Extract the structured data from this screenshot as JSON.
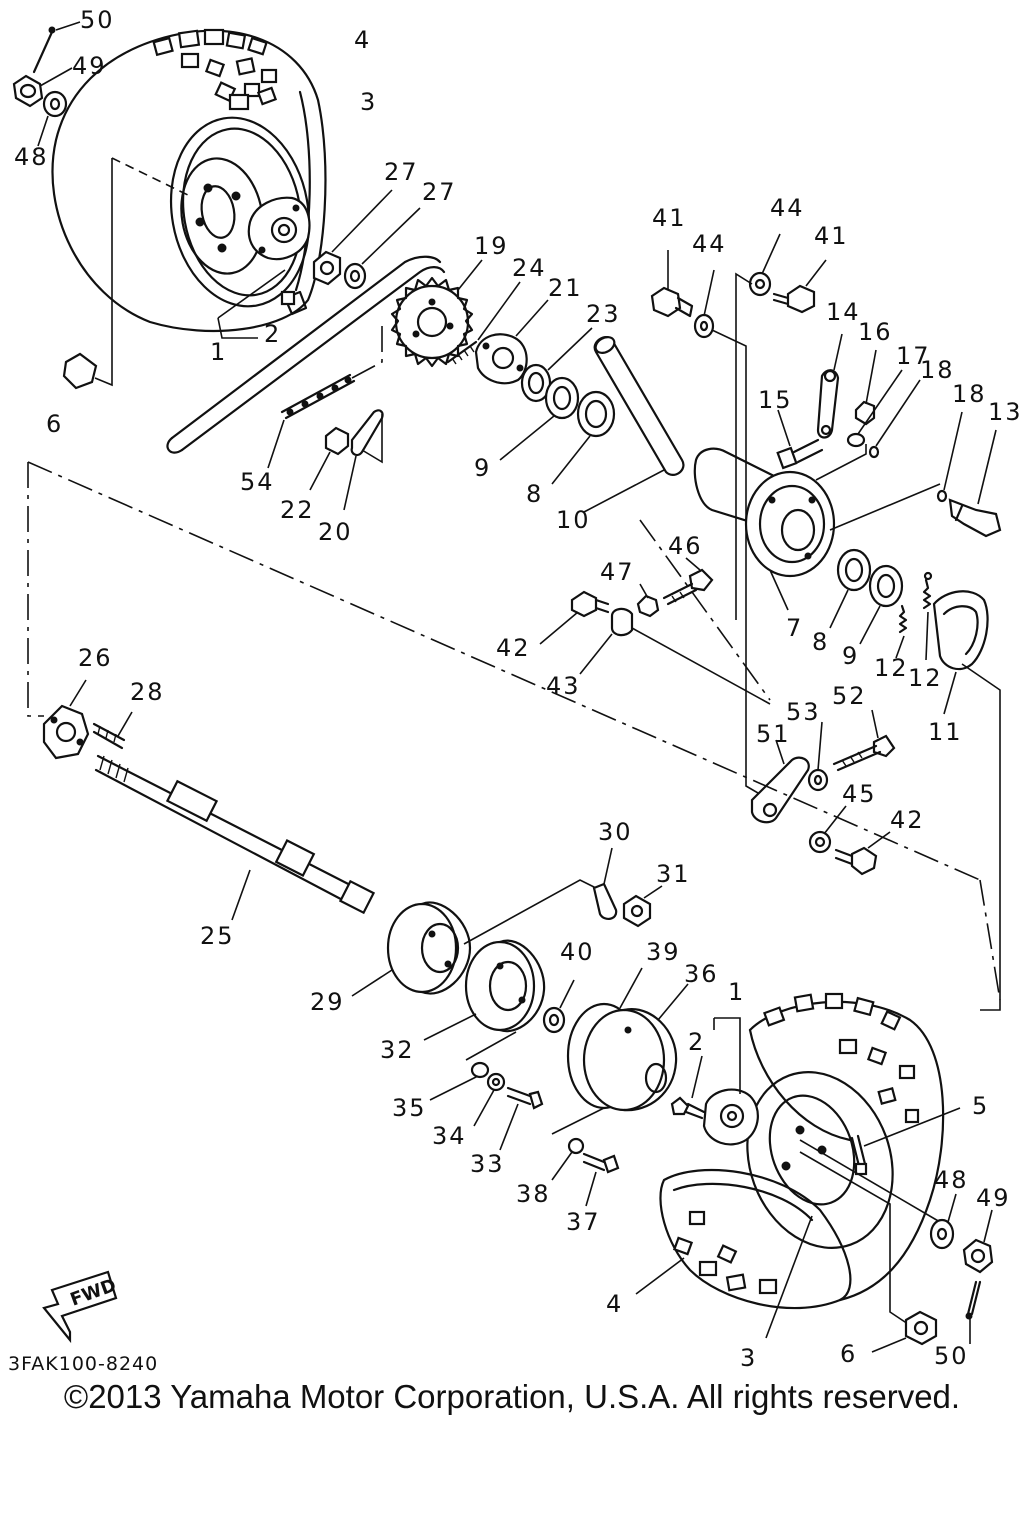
{
  "diagram": {
    "labels": {
      "wheel_rim_top": "3",
      "wheel_tire_top": "4",
      "washer_48_top": "48",
      "nut_49_top": "49",
      "pin_50_top": "50",
      "hub_bolt_2_top": "2",
      "hub_1_top": "1",
      "nut_6_top": "6",
      "nut_27a": "27",
      "nut_27b": "27",
      "sprocket_19": "19",
      "stud_24": "24",
      "hub_21": "21",
      "seal_23": "23",
      "chain_54": "54",
      "nut_22": "22",
      "lock_20": "20",
      "seal_9_top": "9",
      "bearing_8_top": "8",
      "collar_10": "10",
      "bolt_41a": "41",
      "washer_44a": "44",
      "washer_44b": "44",
      "bolt_41b": "41",
      "lever_14": "14",
      "nut_16": "16",
      "washer_17": "17",
      "clip_18a": "18",
      "clip_18b": "18",
      "cam_13": "13",
      "bolt_15": "15",
      "hub_case_7": "7",
      "bearing_8_low": "8",
      "seal_9_low": "9",
      "spring_12a": "12",
      "spring_12b": "12",
      "shoe_11": "11",
      "bolt_46": "46",
      "nut_47": "47",
      "bolt_42a": "42",
      "collar_43": "43",
      "hub_26": "26",
      "stud_28": "28",
      "bolt_52": "52",
      "washer_53": "53",
      "bracket_51": "51",
      "washer_45": "45",
      "bolt_42b": "42",
      "lock_30": "30",
      "nut_31": "31",
      "axle_25": "25",
      "drum_29": "29",
      "collar_40": "40",
      "oring_39": "39",
      "cover_36": "36",
      "hub_32": "32",
      "washer_35": "35",
      "washer_34": "34",
      "bolt_33": "33",
      "washer_38": "38",
      "bolt_37": "37",
      "hub_bolt_2_low": "2",
      "hub_1_low": "1",
      "valve_5": "5",
      "washer_48_low": "48",
      "nut_49_low": "49",
      "wheel_tire_low": "4",
      "wheel_rim_low": "3",
      "nut_6_low": "6",
      "pin_50_low": "50"
    },
    "fwd_mark": "FWD",
    "drawing_code": "3FAK100-8240"
  },
  "footer": {
    "copyright": "©2013 Yamaha Motor Corporation, U.S.A. All rights reserved."
  }
}
